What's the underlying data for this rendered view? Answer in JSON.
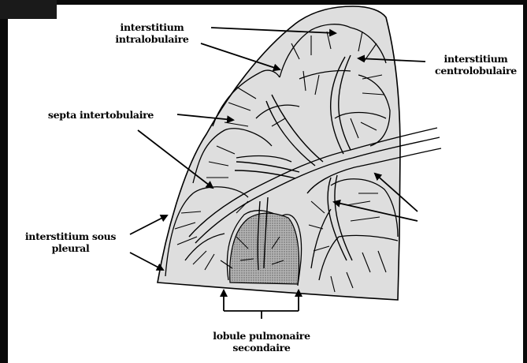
{
  "labels": {
    "interstitium_intralobulaire": [
      "interstitium",
      "intralobulaire"
    ],
    "interstitium_centrolobulaire": [
      "interstitium",
      "centrolobulaire"
    ],
    "septa_interlobulaire": "septa intertobulaire",
    "interstitium_sous_pleural": [
      "interstitium sous",
      "pleural"
    ],
    "lobule_pulmonaire_secondaire": [
      "lobule pulmonaire",
      "secondaire"
    ]
  },
  "colors": {
    "lung_fill": "#dedede",
    "lobule_fill": "#9a9a9a",
    "outline": "#000000",
    "background": "#ffffff",
    "corner_block": "#141414"
  }
}
